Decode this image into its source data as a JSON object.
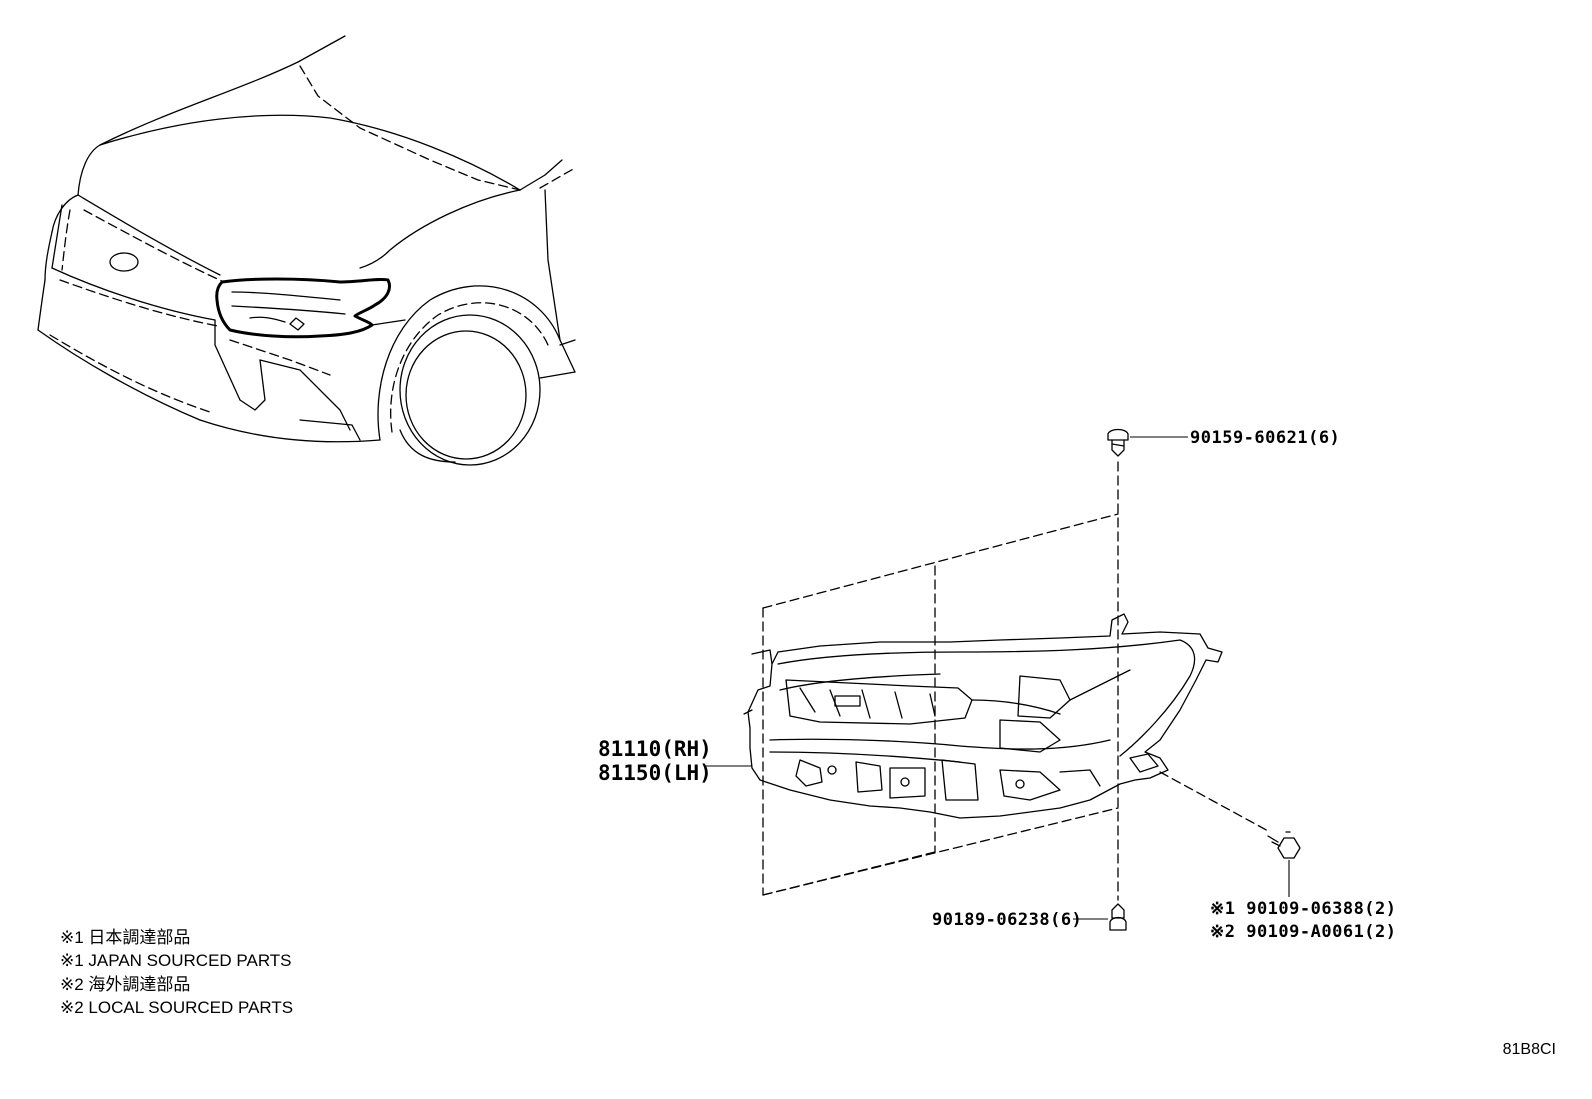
{
  "parts": {
    "headlamp_rh": "81110(RH)",
    "headlamp_lh": "81150(LH)",
    "screw_top": "90159-60621(6)",
    "screw_bottom": "90189-06238(6)",
    "bolt_japan": "※1 90109-06388(2)",
    "bolt_local": "※2 90109-A0061(2)"
  },
  "notes": [
    "※1 日本調達部品",
    "※1 JAPAN SOURCED PARTS",
    "※2 海外調達部品",
    "※2 LOCAL SOURCED PARTS"
  ],
  "ref_code": "81B8CI"
}
